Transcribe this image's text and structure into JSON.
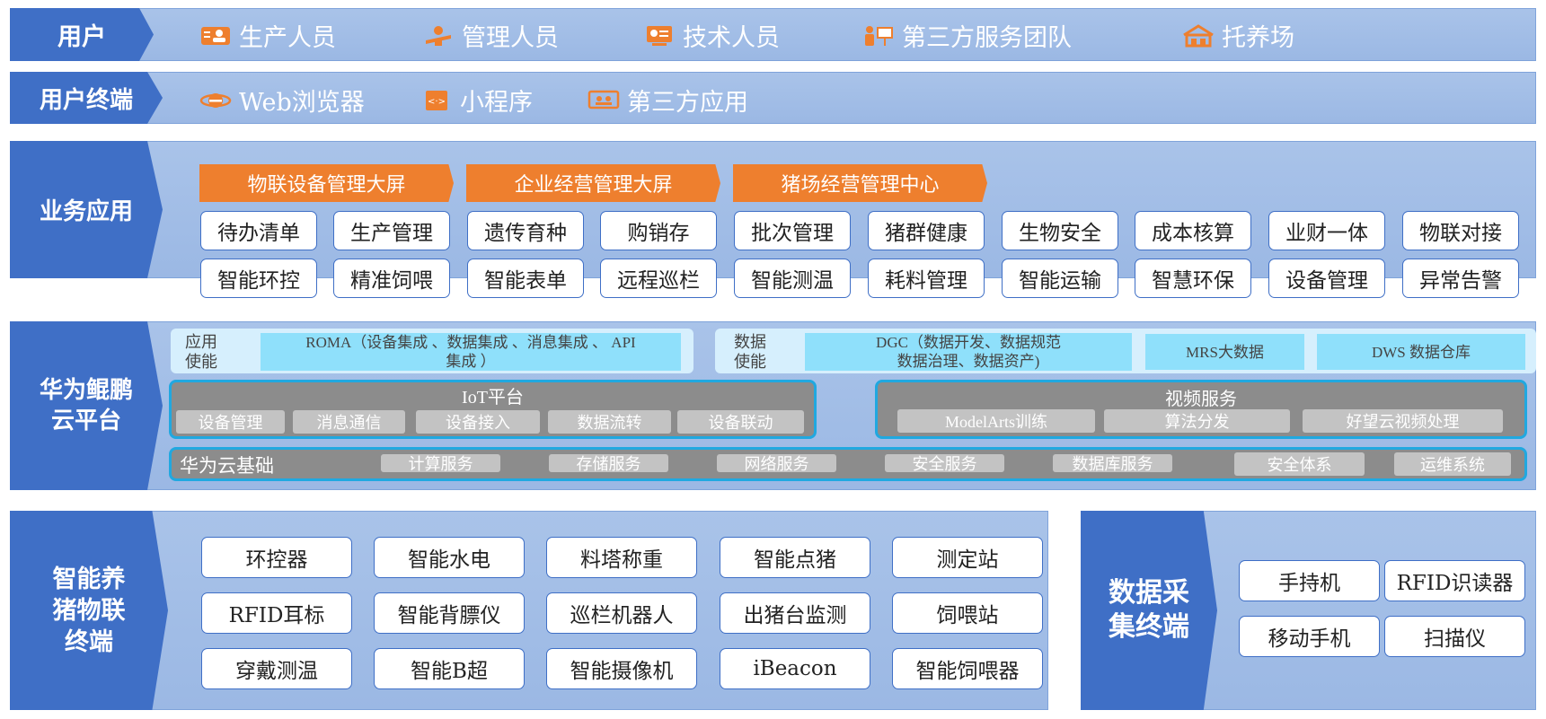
{
  "rows": {
    "users": {
      "label": "用户",
      "items": [
        {
          "icon": "production-staff-icon",
          "text": "生产人员"
        },
        {
          "icon": "manager-icon",
          "text": "管理人员"
        },
        {
          "icon": "technician-icon",
          "text": "技术人员"
        },
        {
          "icon": "third-party-team-icon",
          "text": "第三方服务团队"
        },
        {
          "icon": "farm-icon",
          "text": "托养场"
        }
      ]
    },
    "terminals": {
      "label": "用户终端",
      "items": [
        {
          "icon": "web-browser-icon",
          "text": "Web浏览器"
        },
        {
          "icon": "mini-program-icon",
          "text": "小程序"
        },
        {
          "icon": "third-party-app-icon",
          "text": "第三方应用"
        }
      ]
    },
    "business": {
      "label": "业务应用",
      "screens": [
        "物联设备管理大屏",
        "企业经营管理大屏",
        "猪场经营管理中心"
      ],
      "row1": [
        "待办清单",
        "生产管理",
        "遗传育种",
        "购销存",
        "批次管理",
        "猪群健康",
        "生物安全",
        "成本核算",
        "业财一体",
        "物联对接"
      ],
      "row2": [
        "智能环控",
        "精准饲喂",
        "智能表单",
        "远程巡栏",
        "智能测温",
        "耗料管理",
        "智能运输",
        "智慧环保",
        "设备管理",
        "异常告警"
      ]
    },
    "cloud": {
      "label_line1": "华为鲲鹏",
      "label_line2": "云平台",
      "app_enable": {
        "label_line1": "应用",
        "label_line2": "使能",
        "roma_line1": "ROMA（设备集成 、数据集成 、消息集成 、 API",
        "roma_line2": "集成 ）"
      },
      "data_enable": {
        "label_line1": "数据",
        "label_line2": "使能",
        "dgc_line1": "DGC（数据开发、数据规范",
        "dgc_line2": "数据治理、数据资产)",
        "mrs": "MRS大数据",
        "dws": "DWS 数据仓库"
      },
      "iot": {
        "title": "IoT平台",
        "items": [
          "设备管理",
          "消息通信",
          "设备接入",
          "数据流转",
          "设备联动"
        ]
      },
      "video": {
        "title": "视频服务",
        "items": [
          "ModelArts训练",
          "算法分发",
          "好望云视频处理"
        ]
      },
      "base": {
        "title": "华为云基础",
        "items": [
          "计算服务",
          "存储服务",
          "网络服务",
          "安全服务",
          "数据库服务",
          "安全体系",
          "运维系统"
        ]
      }
    },
    "iot_terminals": {
      "label_line1": "智能养",
      "label_line2": "猪物联",
      "label_line3": "终端",
      "row1": [
        "环控器",
        "智能水电",
        "料塔称重",
        "智能点猪",
        "测定站"
      ],
      "row2": [
        "RFID耳标",
        "智能背膘仪",
        "巡栏机器人",
        "出猪台监测",
        "饲喂站"
      ],
      "row3": [
        "穿戴测温",
        "智能B超",
        "智能摄像机",
        "iBeacon",
        "智能饲喂器"
      ]
    },
    "data_collect": {
      "label_line1": "数据采",
      "label_line2": "集终端",
      "items": [
        "手持机",
        "RFID识读器",
        "移动手机",
        "扫描仪"
      ]
    }
  },
  "colors": {
    "band": "#a9c3e9",
    "label": "#3f6fc6",
    "orange": "#ee7f2e",
    "cyan": "#8fe0fb",
    "gray": "#8c8c8c",
    "teal_border": "#20a8e0"
  }
}
